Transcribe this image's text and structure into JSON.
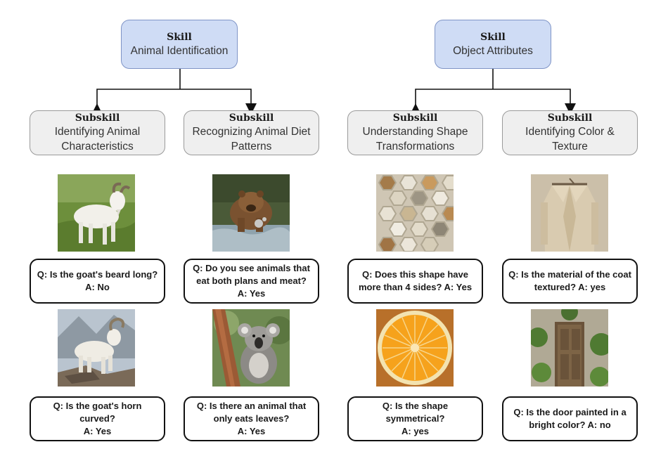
{
  "skills": [
    {
      "heading": "Skill",
      "name": "Animal Identification",
      "subskills": [
        {
          "heading": "Subskill",
          "name_lines": [
            "Identifying Animal",
            "Characteristics"
          ],
          "examples": [
            {
              "image": "goat-on-grass",
              "q_lines": [
                "Q: Is the goat's beard long?",
                "A: No"
              ]
            },
            {
              "image": "mountain-goat",
              "q_lines": [
                "Q: Is the goat's horn curved?",
                "A: Yes"
              ]
            }
          ]
        },
        {
          "heading": "Subskill",
          "name_lines": [
            "Recognizing Animal Diet",
            "Patterns"
          ],
          "examples": [
            {
              "image": "bear-in-water",
              "q_lines": [
                "Q: Do you see animals that",
                "eat both plans and meat?",
                "A: Yes"
              ]
            },
            {
              "image": "koala-on-tree",
              "q_lines": [
                "Q: Is there an animal that",
                "only eats leaves?",
                "A: Yes"
              ]
            }
          ]
        }
      ]
    },
    {
      "heading": "Skill",
      "name": "Object Attributes",
      "subskills": [
        {
          "heading": "Subskill",
          "name_lines": [
            "Understanding Shape",
            "Transformations"
          ],
          "examples": [
            {
              "image": "hexagon-tiles",
              "q_lines": [
                "Q: Does this shape have",
                "more than 4 sides? A: Yes"
              ]
            },
            {
              "image": "orange-slice",
              "q_lines": [
                "Q: Is the shape symmetrical?",
                "A: yes"
              ]
            }
          ]
        },
        {
          "heading": "Subskill",
          "name_lines": [
            "Identifying Color &",
            "Texture"
          ],
          "examples": [
            {
              "image": "wool-coat",
              "q_lines": [
                "Q: Is the material of the coat",
                "textured? A: yes"
              ]
            },
            {
              "image": "wooden-door",
              "q_lines": [
                "Q: Is the door painted in a",
                "bright color? A: no"
              ]
            }
          ]
        }
      ]
    }
  ],
  "colors": {
    "skill_fill": "#cfdcf5",
    "skill_border": "#7f94c6",
    "subskill_fill": "#efefef",
    "subskill_border": "#9a9a9a",
    "connector": "#111111"
  }
}
